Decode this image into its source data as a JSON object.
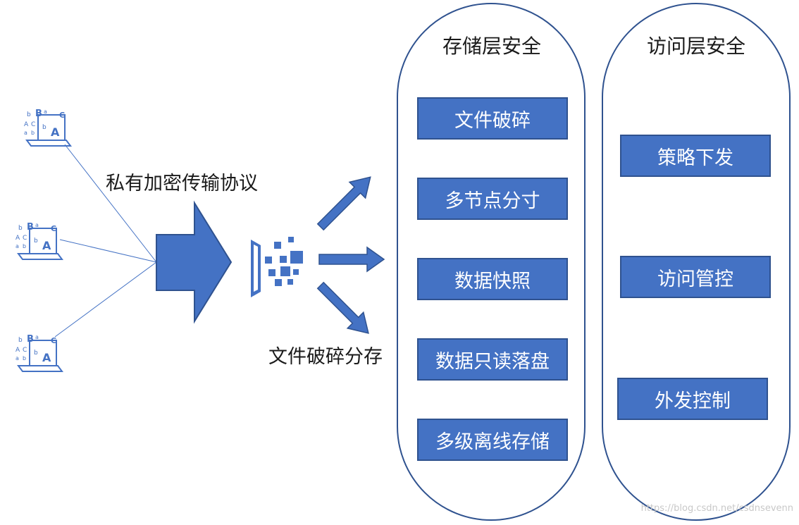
{
  "labels": {
    "protocol": "私有加密传输协议",
    "shard_store": "文件破碎分存"
  },
  "storage_layer": {
    "title": "存储层安全",
    "items": [
      "文件破碎",
      "多节点分寸",
      "数据快照",
      "数据只读落盘",
      "多级离线存储"
    ]
  },
  "access_layer": {
    "title": "访问层安全",
    "items": [
      "策略下发",
      "访问管控",
      "外发控制"
    ]
  },
  "icons": {
    "client": "laptop-letters-icon",
    "shredder": "file-shred-icon"
  },
  "watermark": "https://blog.csdn.net/csdnsevenn",
  "colors": {
    "box_fill": "#4472c4",
    "box_border": "#2f528f",
    "arrow": "#4472c4",
    "panel_border": "#2f528f"
  }
}
